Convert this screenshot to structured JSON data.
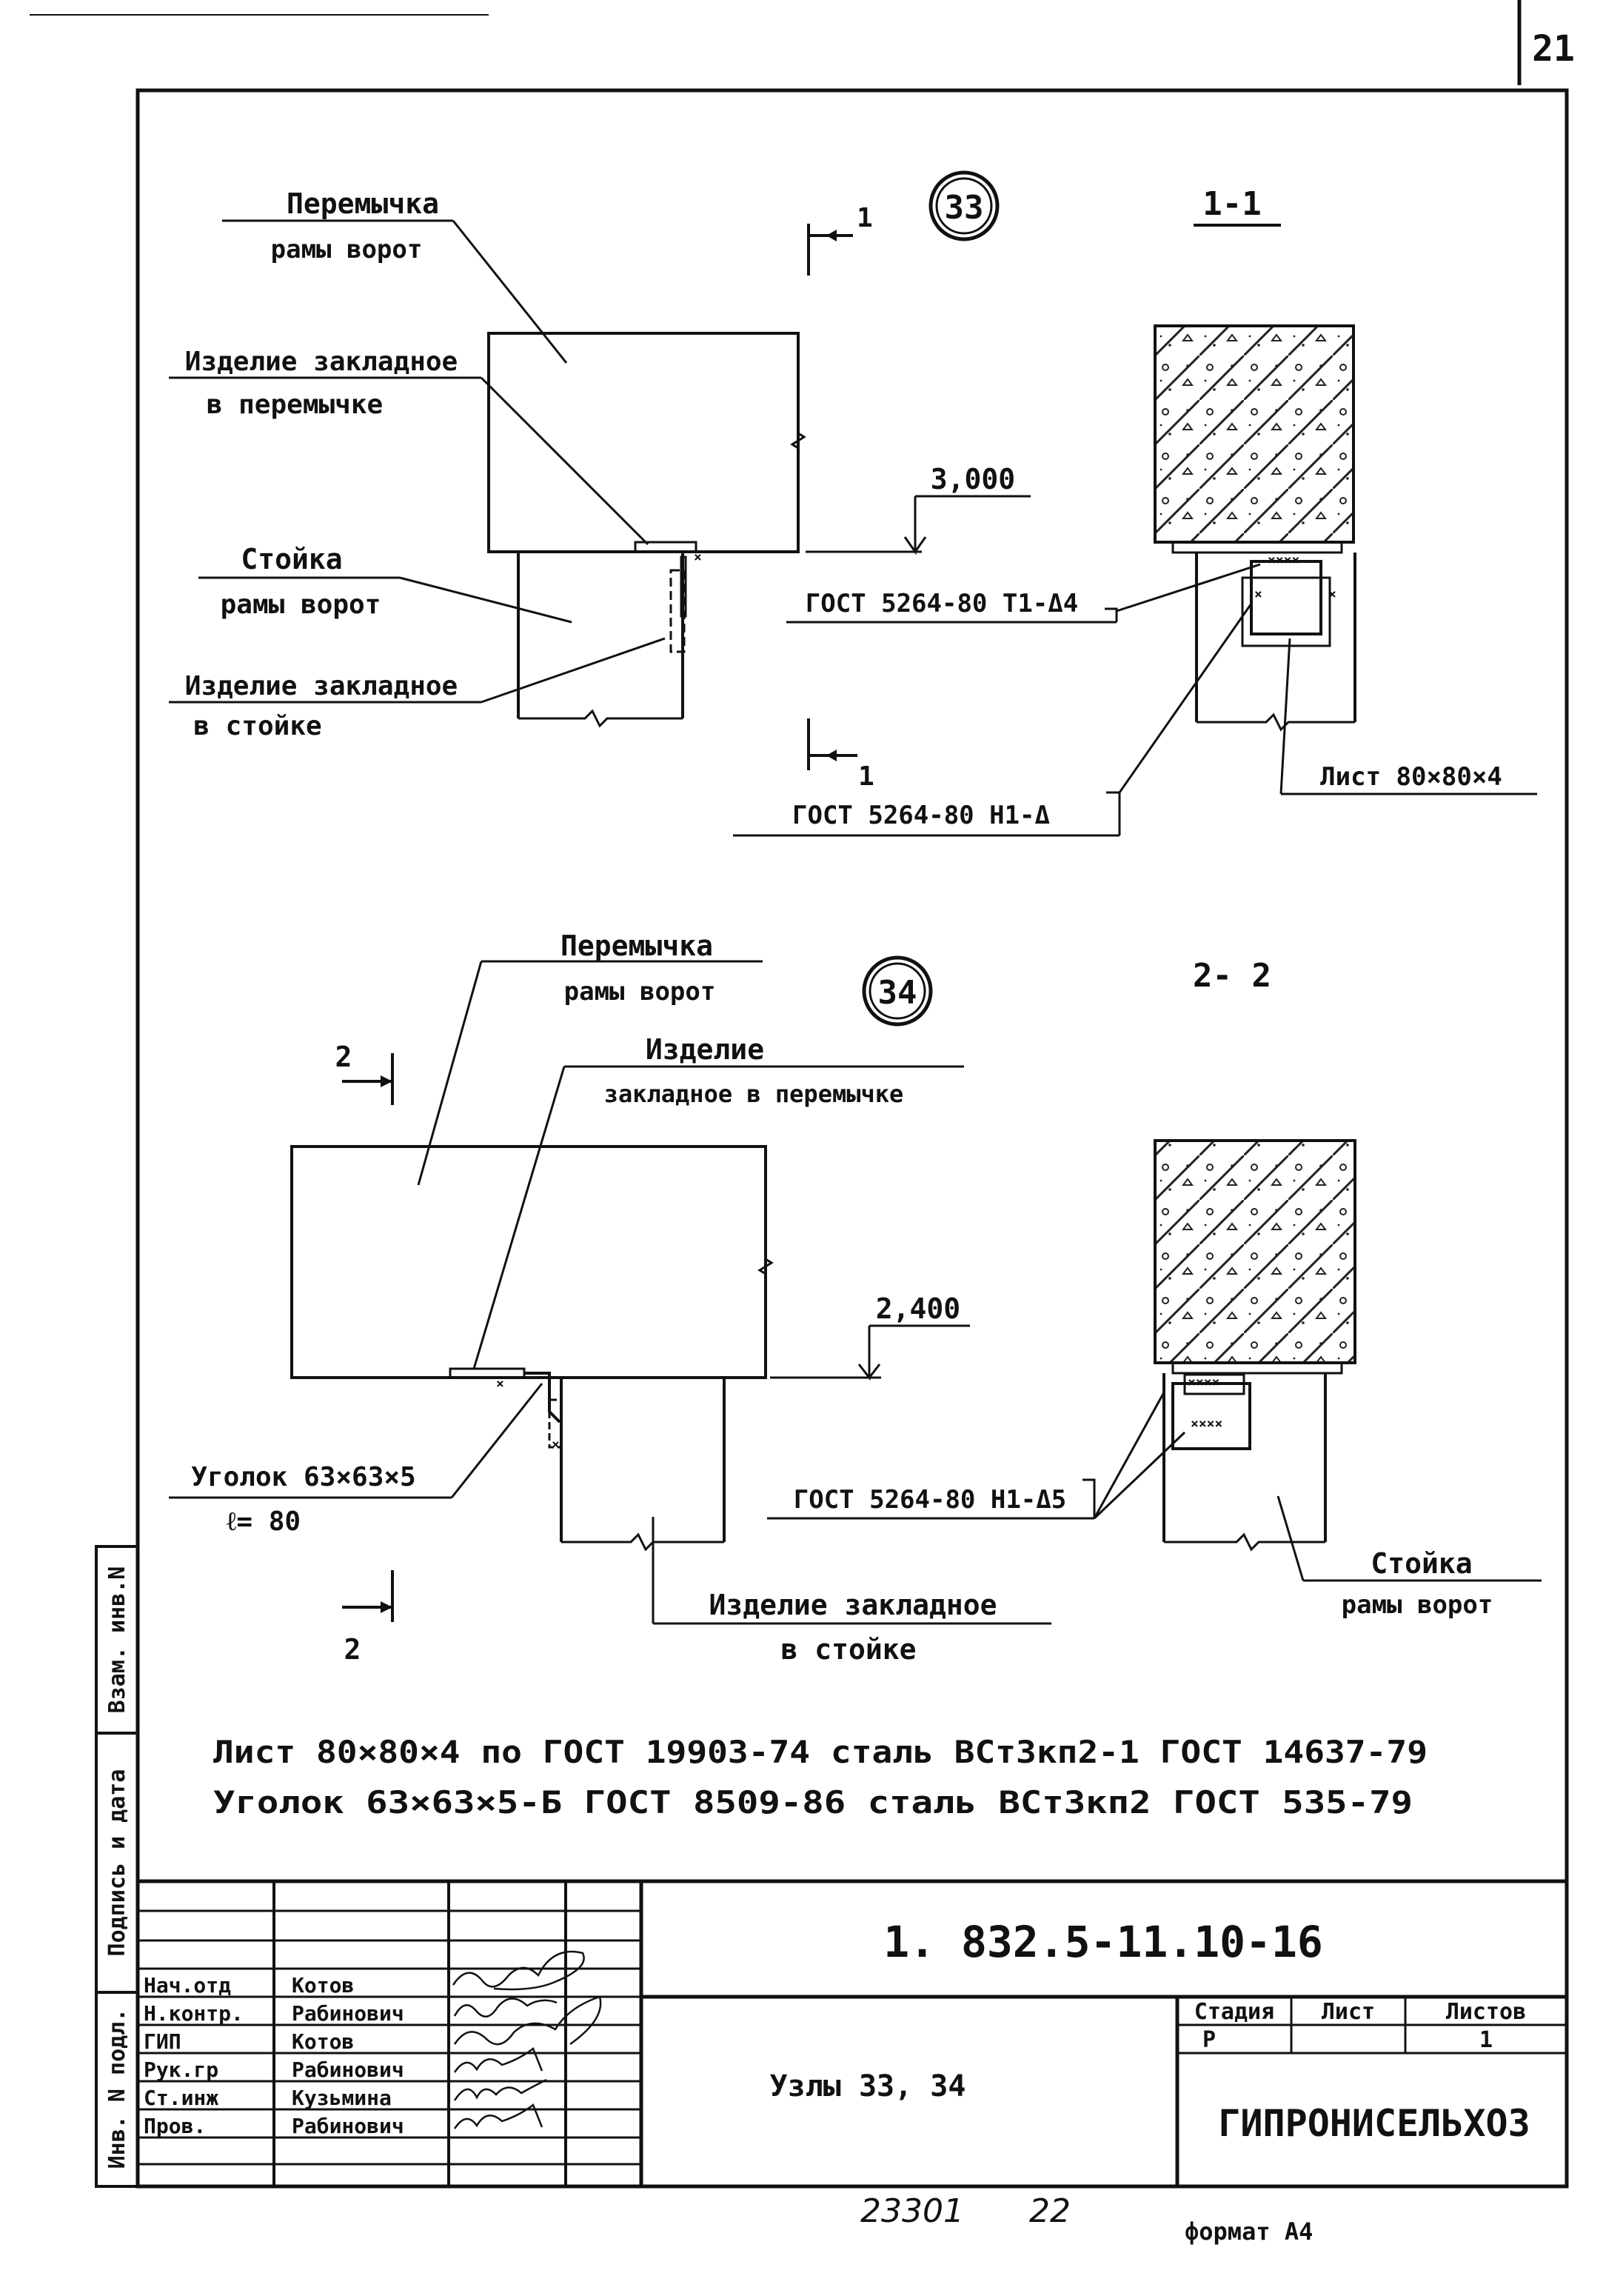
{
  "sheet_page_number": "21",
  "node33": {
    "number": "33",
    "label_lintel": [
      "Перемычка",
      "рамы ворот"
    ],
    "label_embed_lintel": [
      "Изделие закладное",
      "в перемычке"
    ],
    "label_post": [
      "Стойка",
      "рамы ворот"
    ],
    "label_embed_post": [
      "Изделие закладное",
      "в стойке"
    ],
    "elevation": "3,000",
    "section_mark": "1",
    "section_title": "1-1",
    "weld_top": "ГОСТ 5264-80 Т1-Δ4",
    "weld_bottom": "ГОСТ 5264-80 Н1-Δ",
    "plate": "Лист 80×80×4"
  },
  "node34": {
    "number": "34",
    "label_lintel": [
      "Перемычка",
      "рамы ворот"
    ],
    "label_embed_lintel": [
      "Изделие",
      "закладное в перемычке"
    ],
    "label_angle": [
      "Уголок 63×63×5",
      "ℓ= 80"
    ],
    "label_embed_post": [
      "Изделие закладное",
      "в стойке"
    ],
    "label_post": [
      "Стойка",
      "рамы ворот"
    ],
    "elevation": "2,400",
    "section_mark": "2",
    "section_title": "2- 2",
    "weld": "ГОСТ 5264-80 Н1-Δ5"
  },
  "notes": [
    "Лист 80×80×4 по ГОСТ 19903-74 сталь ВСт3кп2-1 ГОСТ 14637-79",
    "Уголок 63×63×5-Б ГОСТ 8509-86 сталь ВСт3кп2 ГОСТ 535-79"
  ],
  "side_stamp": [
    "Инв. N подл.",
    "Подпись и дата",
    "Взам. инв.N"
  ],
  "title_block": {
    "doc_code": "1. 832.5-11.10-16",
    "title": "Узлы 33, 34",
    "org": "ГИПРОНИСЕЛЬХОЗ",
    "stage_hdr": "Стадия",
    "sheet_hdr": "Лист",
    "sheets_hdr": "Листов",
    "stage": "Р",
    "sheet": "",
    "sheets": "1",
    "roles": [
      {
        "role": "Нач.отд",
        "name": "Котов"
      },
      {
        "role": "Н.контр.",
        "name": "Рабинович"
      },
      {
        "role": "ГИП",
        "name": "Котов"
      },
      {
        "role": "Рук.гр",
        "name": "Рабинович"
      },
      {
        "role": "Ст.инж",
        "name": "Кузьмина"
      },
      {
        "role": "Пров.",
        "name": "Рабинович"
      }
    ]
  },
  "footer": {
    "archive_no": "23301",
    "page": "22",
    "format": "формат А4"
  }
}
